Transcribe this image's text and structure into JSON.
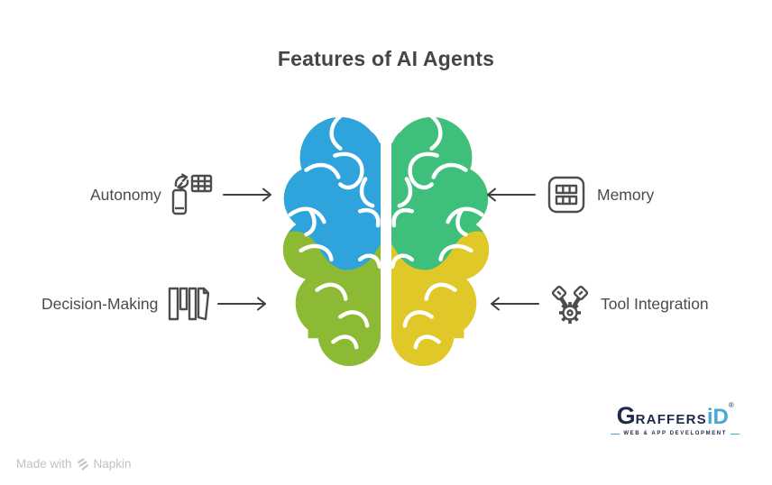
{
  "title": "Features of AI Agents",
  "features": {
    "autonomy": {
      "label": "Autonomy",
      "icon": "device-sync-table-icon",
      "side": "left-top"
    },
    "memory": {
      "label": "Memory",
      "icon": "memory-chip-icon",
      "side": "right-top"
    },
    "decision_making": {
      "label": "Decision-Making",
      "icon": "books-shelf-icon",
      "side": "left-bottom"
    },
    "tool_integration": {
      "label": "Tool Integration",
      "icon": "pistons-gear-icon",
      "side": "right-bottom"
    }
  },
  "brain": {
    "colors": {
      "top_left": "#2FA3DB",
      "top_right": "#3EBF7C",
      "bottom_left": "#8CBA35",
      "bottom_right": "#E0C829"
    }
  },
  "branding": {
    "g": "G",
    "raffers": "RAFFERS",
    "id": "iD",
    "reg": "®",
    "tagline": "WEB & APP DEVELOPMENT",
    "colors": {
      "navy": "#1E2A4A",
      "blue": "#47A8D8"
    }
  },
  "footer": {
    "made_with": "Made with",
    "napkin": "Napkin"
  }
}
